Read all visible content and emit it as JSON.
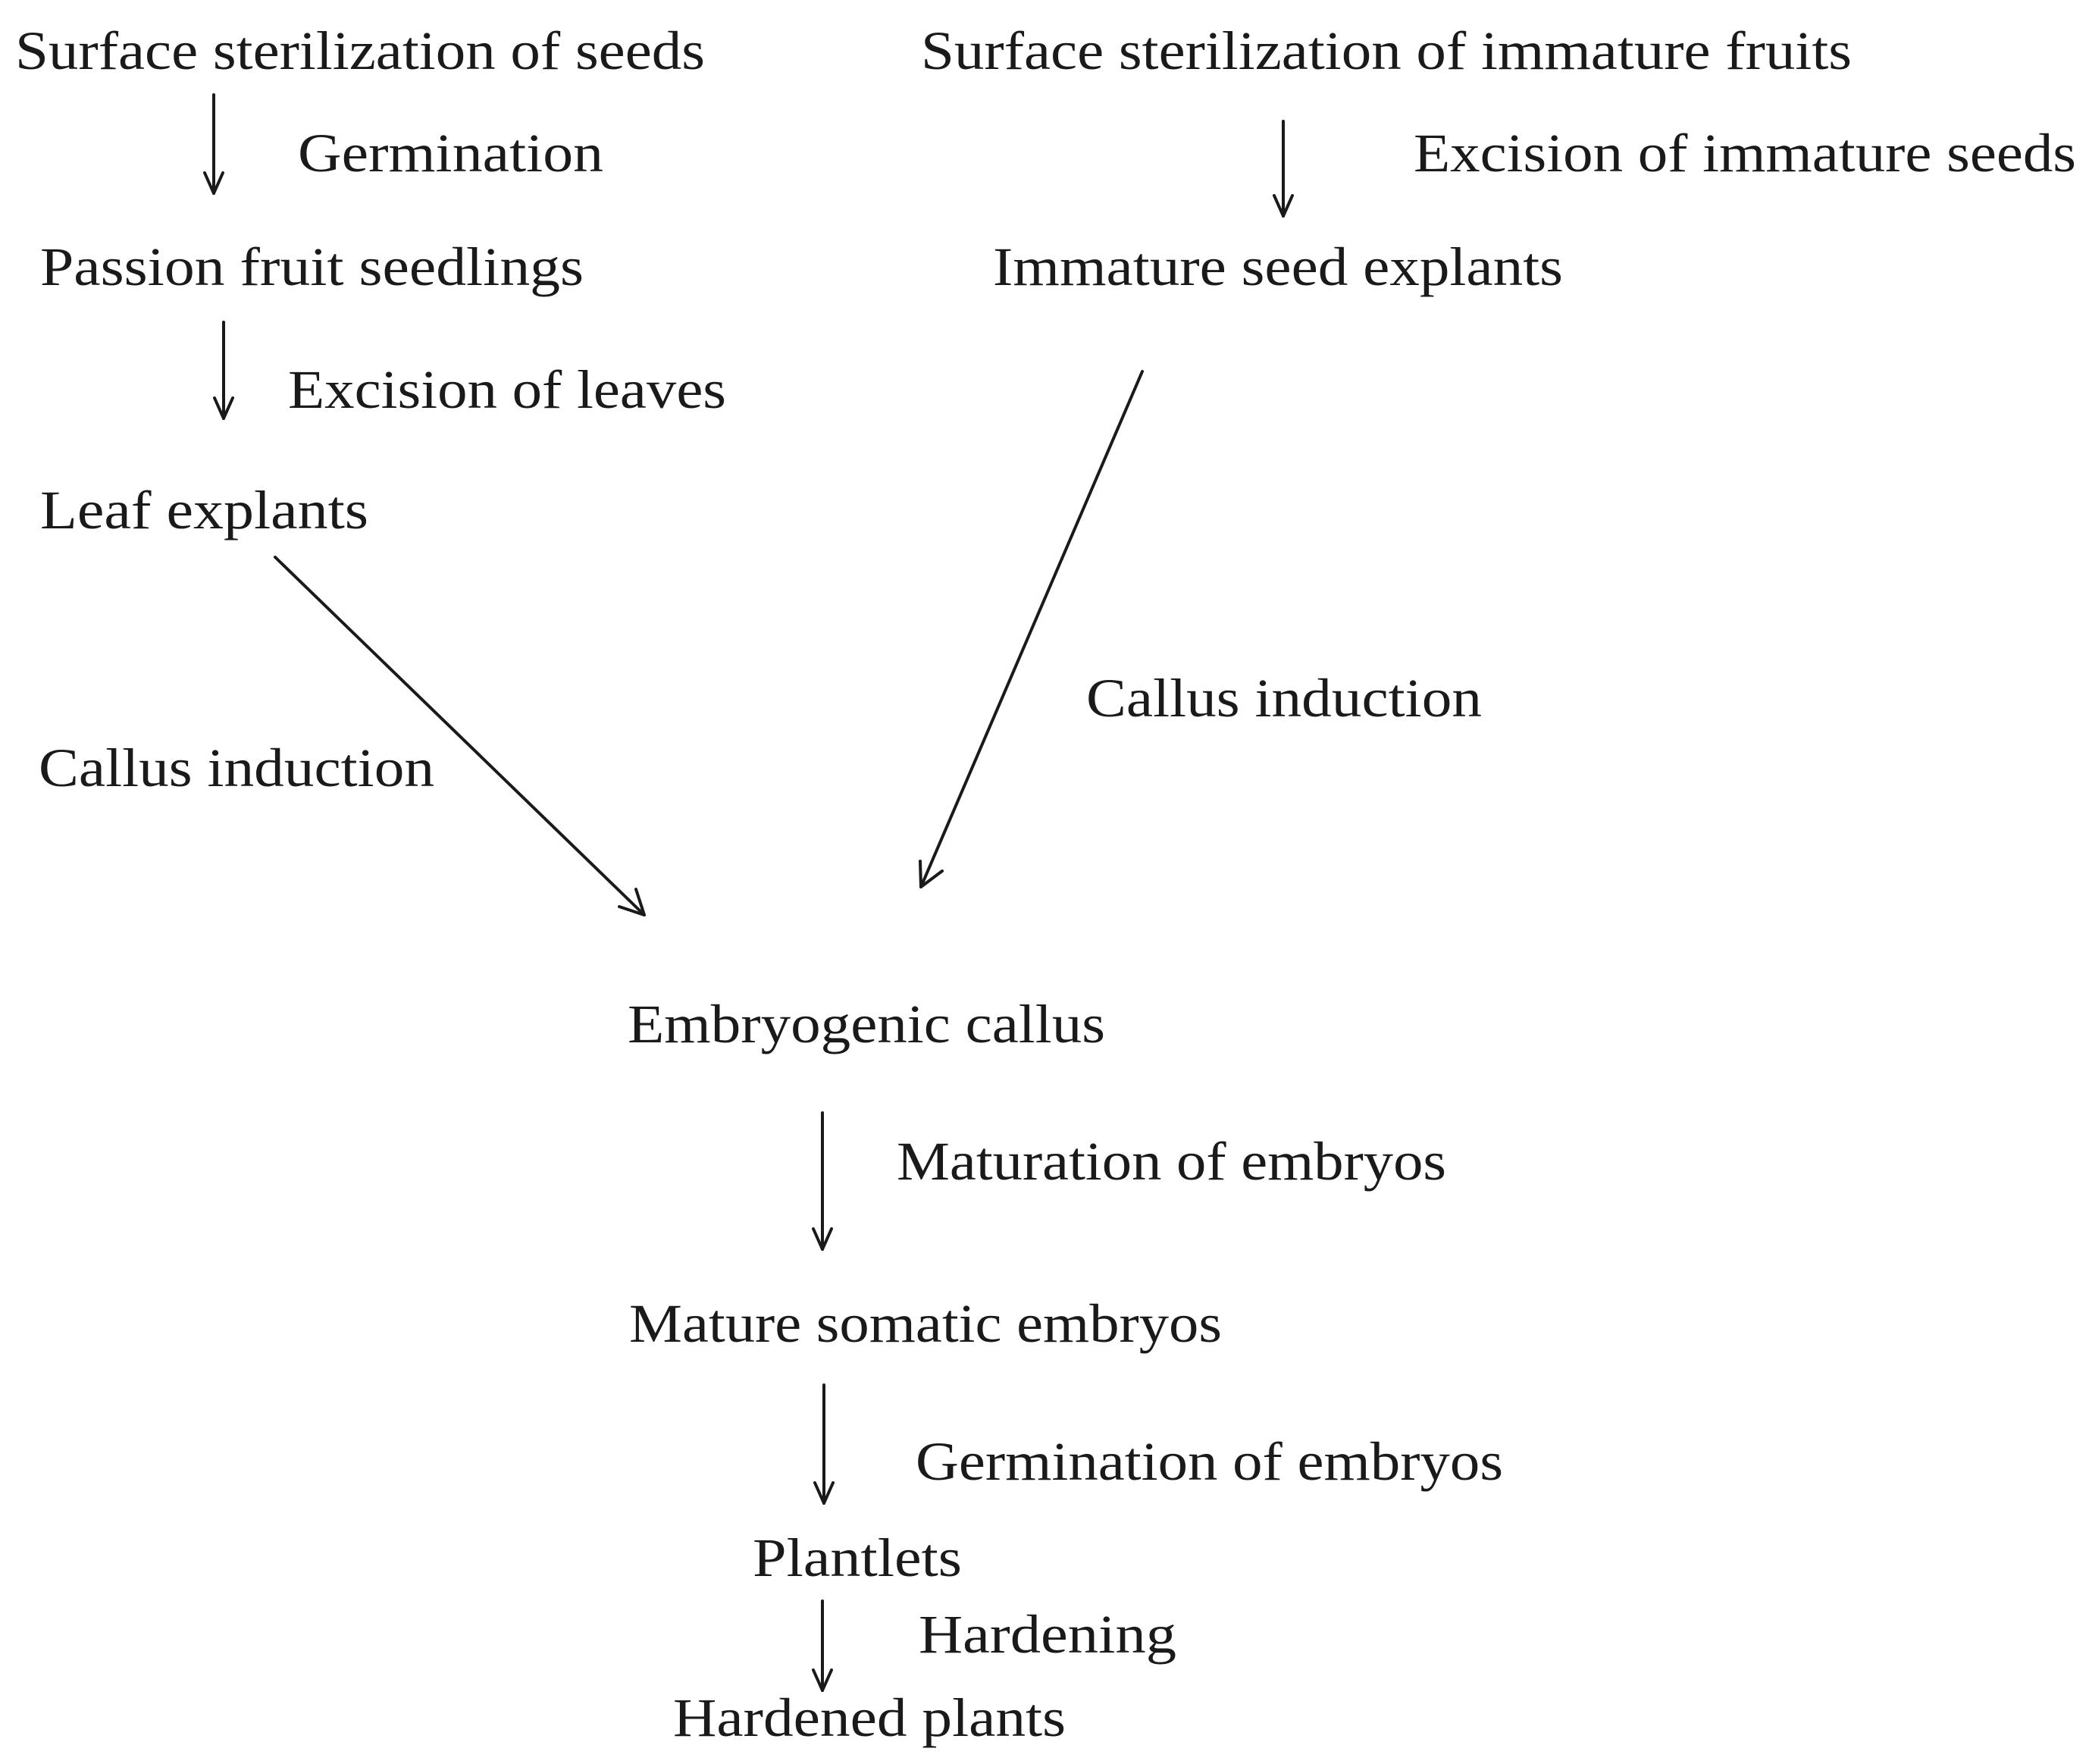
{
  "nodes": {
    "seed_sterilization": "Surface sterilization of seeds",
    "fruit_sterilization": "Surface sterilization of immature fruits",
    "seedlings": "Passion fruit seedlings",
    "immature_seed_explants": "Immature seed explants",
    "leaf_explants": "Leaf explants",
    "embryogenic_callus": "Embryogenic callus",
    "mature_embryos": "Mature somatic embryos",
    "plantlets": "Plantlets",
    "hardened_plants": "Hardened plants"
  },
  "steps": {
    "germination": "Germination",
    "excision_leaves": "Excision of leaves",
    "excision_immature_seeds": "Excision of immature seeds",
    "callus_induction_left": "Callus induction",
    "callus_induction_right": "Callus induction",
    "maturation": "Maturation of embryos",
    "germination_embryos": "Germination of embryos",
    "hardening": "Hardening"
  }
}
